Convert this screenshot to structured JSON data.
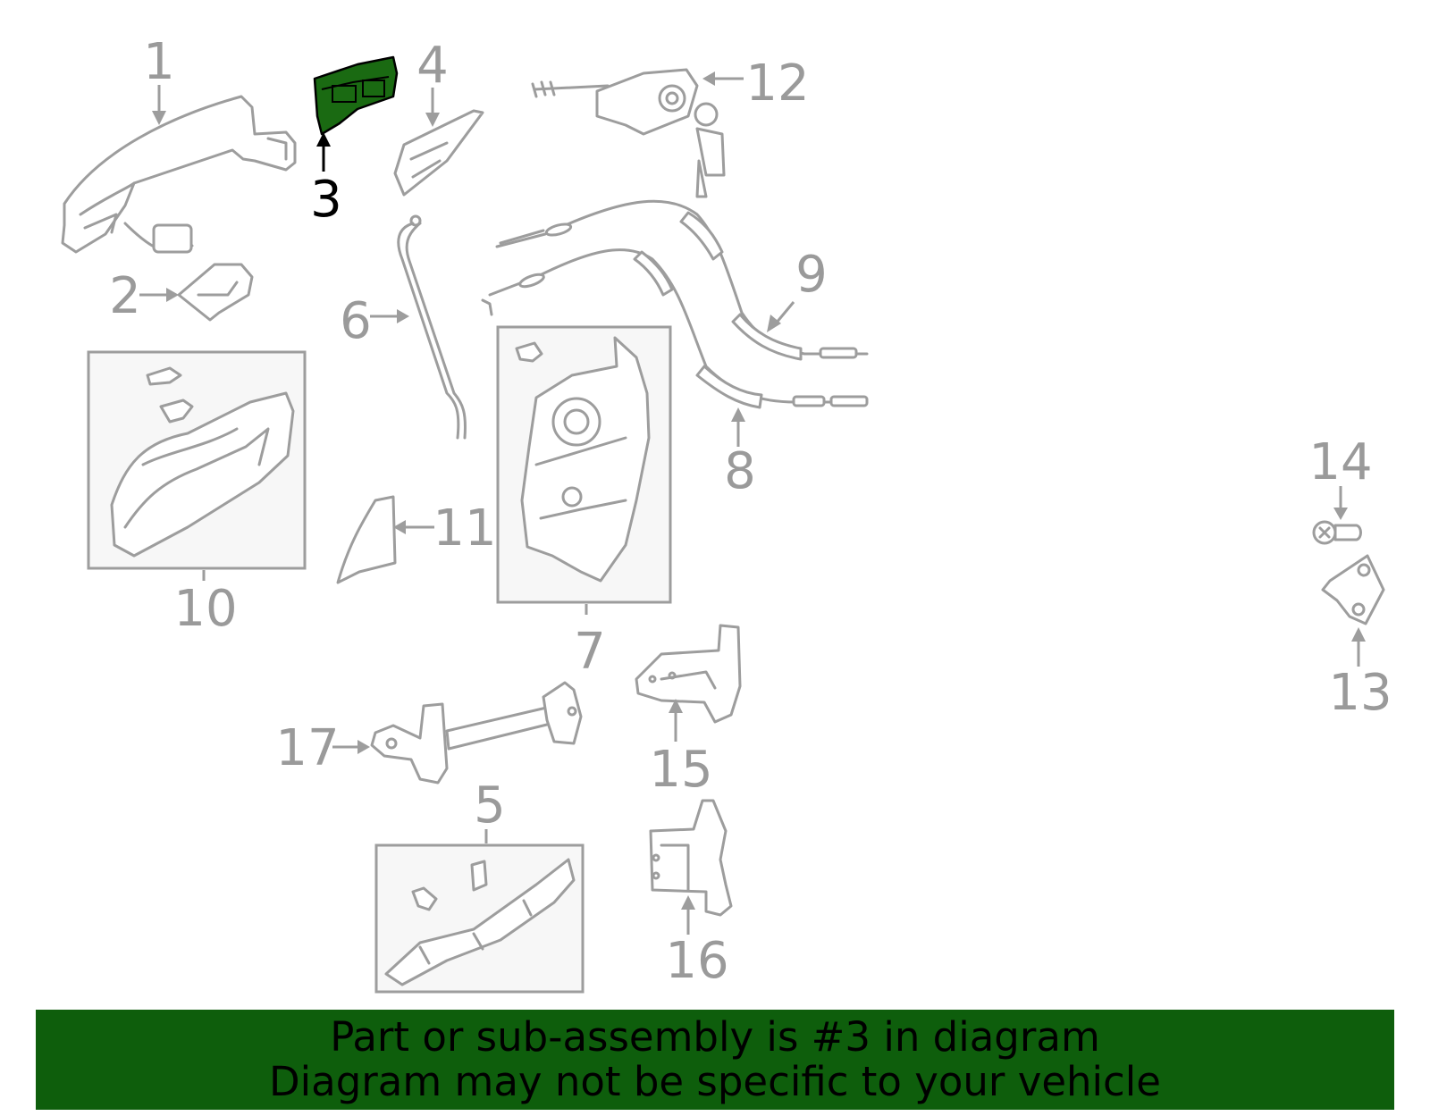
{
  "callouts": {
    "c1": "1",
    "c2": "2",
    "c3": "3",
    "c4": "4",
    "c5": "5",
    "c6": "6",
    "c7": "7",
    "c8": "8",
    "c9": "9",
    "c10": "10",
    "c11": "11",
    "c12": "12",
    "c13": "13",
    "c14": "14",
    "c15": "15",
    "c16": "16",
    "c17": "17"
  },
  "highlight": {
    "part": "3",
    "color": "#1a6a12"
  },
  "banner": {
    "line1": "Part or sub-assembly is #3 in diagram",
    "line2": "Diagram may not be specific to your vehicle",
    "background": "#0e5e0c"
  },
  "colors": {
    "parts": "#9d9d9d",
    "labels": "#9a9a9a"
  }
}
